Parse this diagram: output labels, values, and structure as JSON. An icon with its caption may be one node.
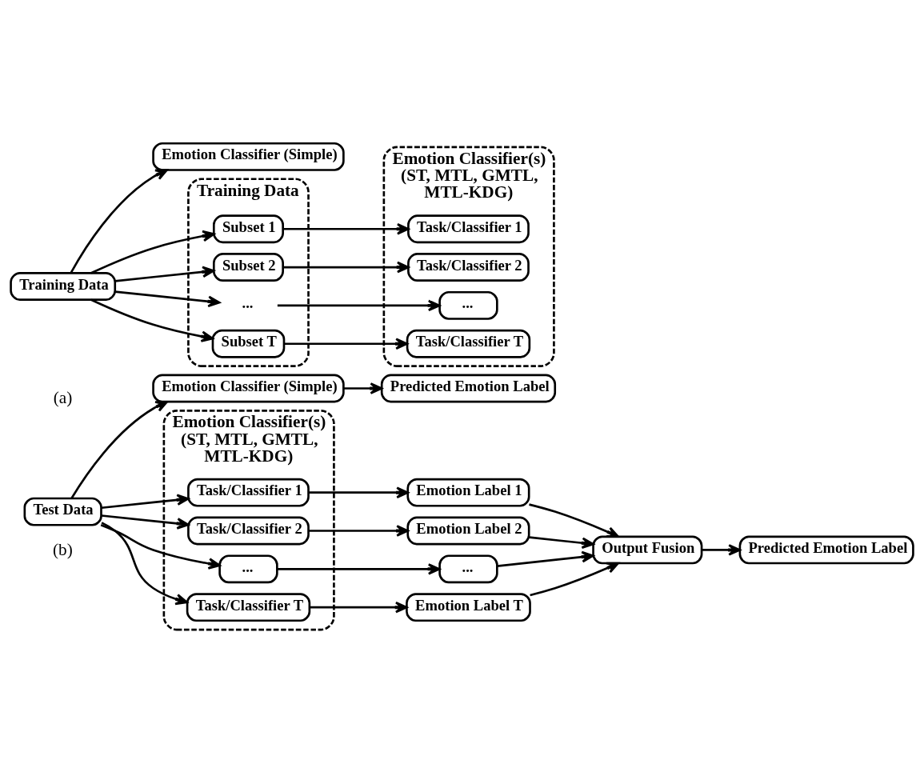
{
  "diagram": {
    "nodes": [
      {
        "text": [
          "Emotion Classifier (Simple)"
        ]
      },
      {
        "text": [
          "Training Data"
        ]
      },
      {
        "text": [
          "Subset 1"
        ],
        "in": 1
      },
      {
        "text": [
          "Subset 2"
        ],
        "in": 1
      },
      {
        "text": [
          "..."
        ],
        "in": 1
      },
      {
        "text": [
          "Subset T"
        ],
        "in": 1
      },
      {
        "text": [
          "Emotion Classifier(s) (ST, MTL, GMTL, MTL-KDG)"
        ]
      },
      {
        "text": [
          "Task/Classifier 1"
        ],
        "in": 6
      },
      {
        "text": [
          "Task/Classifier 2"
        ],
        "in": 6
      },
      {
        "text": [
          "..."
        ],
        "in": 6
      },
      {
        "text": [
          "Task/Classifier T"
        ],
        "in": 6
      },
      {
        "text": [
          "Training Data"
        ]
      },
      {
        "text": [
          "Emotion Classifier (Simple)"
        ]
      },
      {
        "text": [
          "Predicted Emotion Label"
        ]
      },
      {
        "text": [
          "Emotion Classifier(s) (ST, MTL, GMTL, MTL-KDG)"
        ]
      },
      {
        "text": [
          "Task/Classifier 1"
        ],
        "in": 14
      },
      {
        "text": [
          "Task/Classifier 2"
        ],
        "in": 14
      },
      {
        "text": [
          "..."
        ],
        "in": 14
      },
      {
        "text": [
          "Task/Classifier T"
        ],
        "in": 14
      },
      {
        "text": [
          "Emotion Label 1"
        ]
      },
      {
        "text": [
          "Emotion Label 2"
        ]
      },
      {
        "text": [
          "..."
        ]
      },
      {
        "text": [
          "Emotion Label T"
        ]
      },
      {
        "text": [
          "Output Fusion"
        ]
      },
      {
        "text": [
          "Predicted Emotion Label"
        ]
      },
      {
        "text": [
          "Test Data"
        ]
      }
    ],
    "edges": [
      {
        "from": 11,
        "to": 0,
        "arrow": "to"
      },
      {
        "from": 11,
        "to": 2,
        "arrow": "to"
      },
      {
        "from": 11,
        "to": 3,
        "arrow": "to"
      },
      {
        "from": 11,
        "to": 4,
        "arrow": "to"
      },
      {
        "from": 11,
        "to": 5,
        "arrow": "to"
      },
      {
        "from": 2,
        "to": 7,
        "arrow": "to"
      },
      {
        "from": 3,
        "to": 8,
        "arrow": "to"
      },
      {
        "from": 4,
        "to": 9,
        "arrow": "to"
      },
      {
        "from": 5,
        "to": 10,
        "arrow": "to"
      },
      {
        "from": 25,
        "to": 12,
        "arrow": "to"
      },
      {
        "from": 12,
        "to": 13,
        "arrow": "to"
      },
      {
        "from": 25,
        "to": 15,
        "arrow": "to"
      },
      {
        "from": 25,
        "to": 16,
        "arrow": "to"
      },
      {
        "from": 25,
        "to": 17,
        "arrow": "to"
      },
      {
        "from": 25,
        "to": 18,
        "arrow": "to"
      },
      {
        "from": 15,
        "to": 19,
        "arrow": "to"
      },
      {
        "from": 16,
        "to": 20,
        "arrow": "to"
      },
      {
        "from": 17,
        "to": 21,
        "arrow": "to"
      },
      {
        "from": 18,
        "to": 22,
        "arrow": "to"
      },
      {
        "from": 19,
        "to": 23,
        "arrow": "to"
      },
      {
        "from": 20,
        "to": 23,
        "arrow": "to"
      },
      {
        "from": 21,
        "to": 23,
        "arrow": "to"
      },
      {
        "from": 22,
        "to": 23,
        "arrow": "to"
      },
      {
        "from": 23,
        "to": 24,
        "arrow": "to"
      }
    ],
    "labels": [
      "(a)",
      "(b)"
    ]
  }
}
